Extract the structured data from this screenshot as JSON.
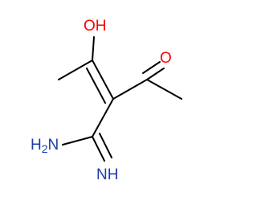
{
  "molecule": {
    "atoms": {
      "hydroxyl": "OH",
      "carbonyl_oxygen": "O",
      "amine": "H2N",
      "imine": "NH"
    },
    "colors": {
      "oxygen": "#ff0000",
      "nitrogen": "#1e3ca8",
      "carbon": "#000000"
    }
  }
}
